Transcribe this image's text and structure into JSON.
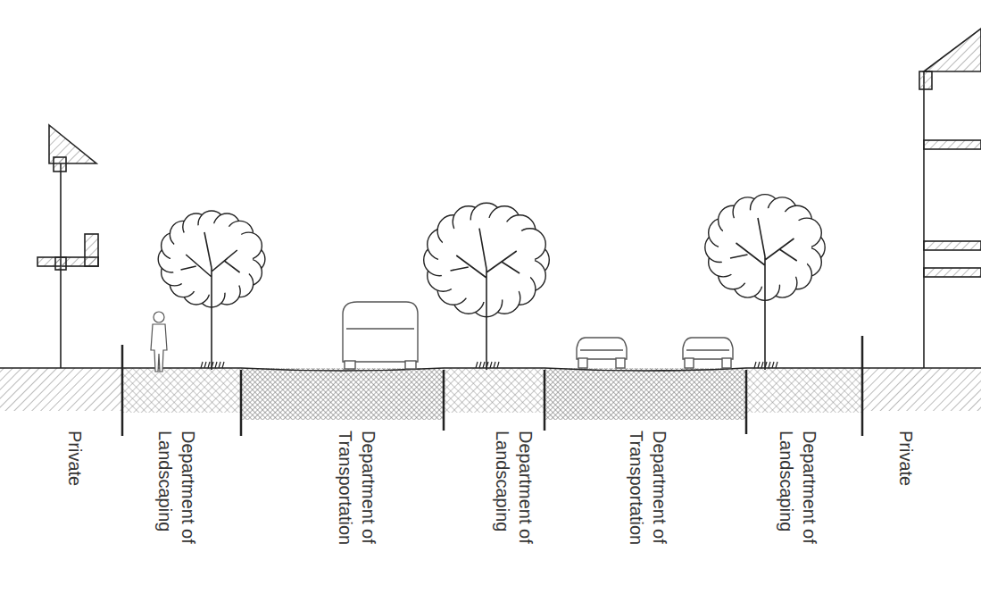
{
  "diagram": {
    "labels": [
      "Private",
      "Department of Landscaping",
      "Department of Transportation",
      "Department of Landscaping",
      "Department of Transportation",
      "Department of Landscaping",
      "Private"
    ]
  }
}
